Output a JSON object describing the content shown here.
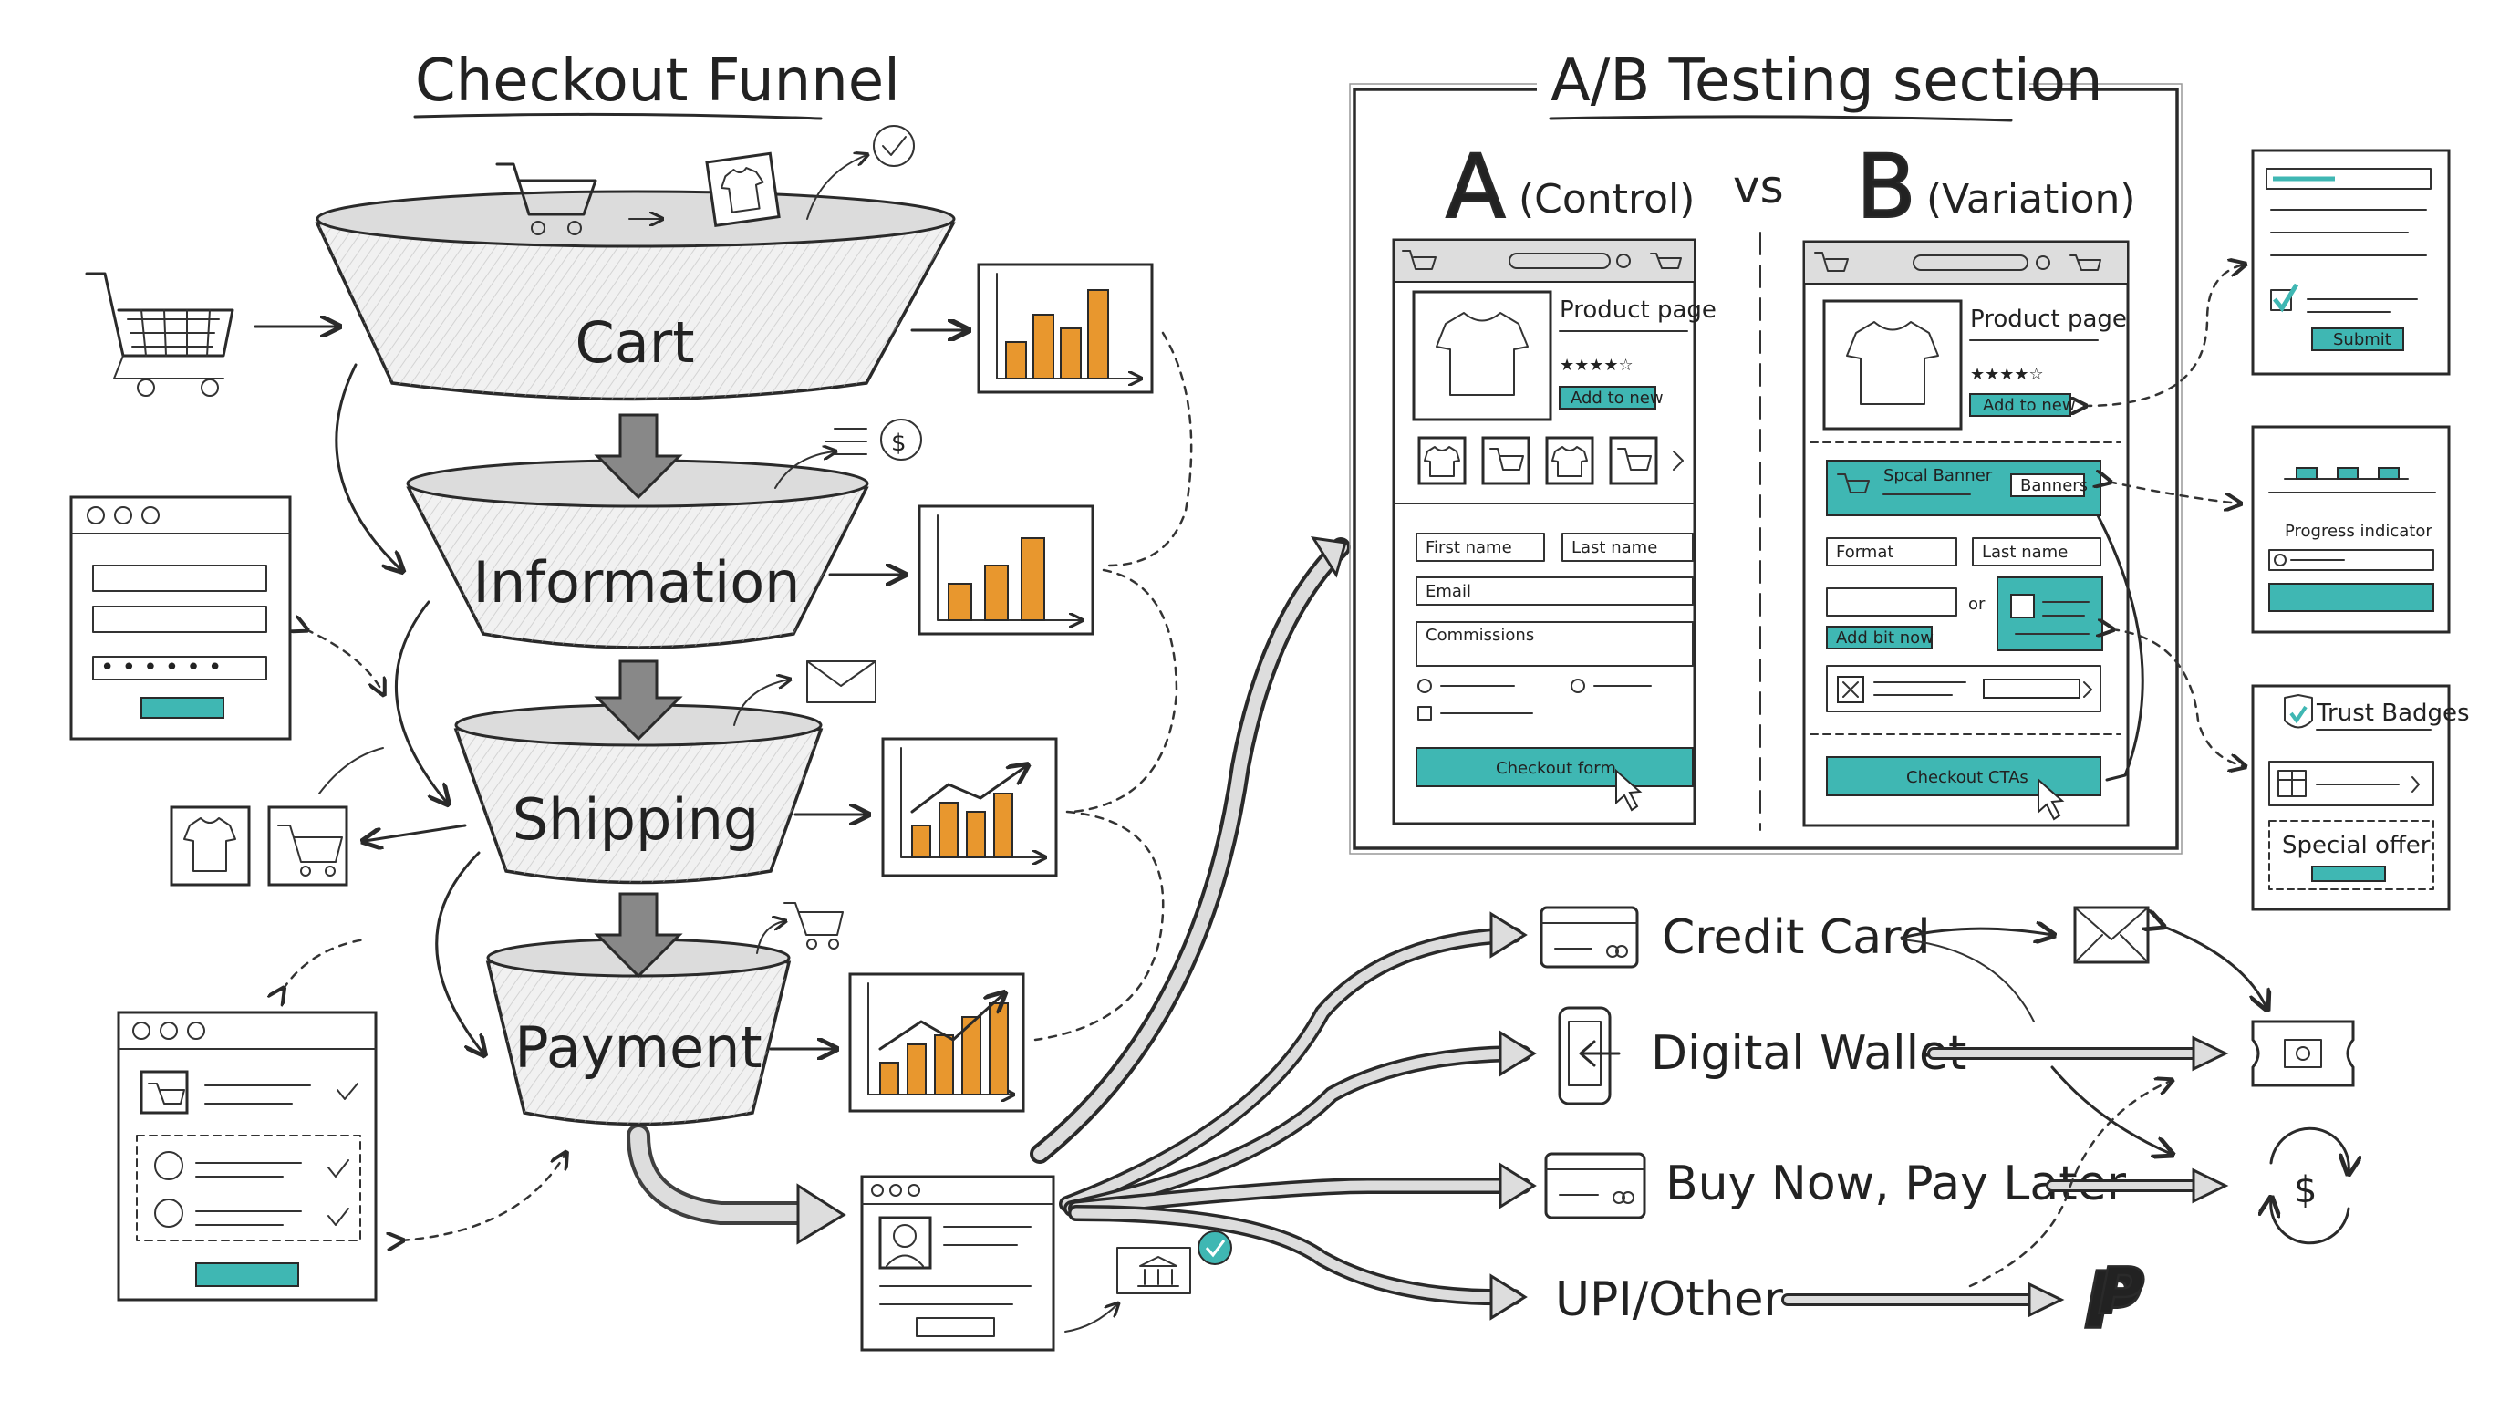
{
  "title": "Checkout Funnel",
  "funnel": {
    "stages": [
      "Cart",
      "Information",
      "Shipping",
      "Payment"
    ]
  },
  "ab_section": {
    "title": "A/B Testing section",
    "a_letter": "A",
    "a_label": "(Control)",
    "vs": "vs",
    "b_letter": "B",
    "b_label": "(Variation)",
    "control": {
      "product_title": "Product page",
      "stars": "★★★★☆",
      "add_button": "Add to new",
      "field_first": "First name",
      "field_last": "Last name",
      "field_email": "Email",
      "field_comments": "Commissions",
      "cta": "Checkout form"
    },
    "variation": {
      "product_title": "Product page",
      "stars": "★★★★☆",
      "add_button": "Add to new",
      "banner_label": "Spcal Banner",
      "banner_button": "Banners",
      "field_format": "Format",
      "field_last": "Last name",
      "or_label": "or",
      "add_bit_button": "Add bit now",
      "cta": "Checkout CTAs"
    }
  },
  "side_cards": {
    "form_submit": "Submit",
    "progress_label": "Progress indicator",
    "trust_badges": "Trust Badges",
    "special_offer": "Special offer"
  },
  "payment_methods": [
    "Credit Card",
    "Digital Wallet",
    "Buy Now, Pay Later",
    "UPI/Other"
  ],
  "colors": {
    "accent_teal": "#3fb7b3",
    "chart_orange": "#e8972e",
    "ink": "#2a2a2a"
  }
}
